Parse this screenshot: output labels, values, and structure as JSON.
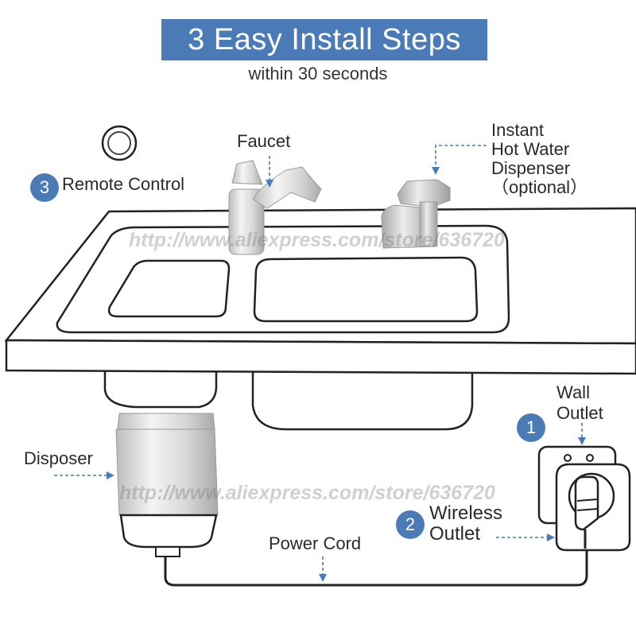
{
  "header": {
    "title": "3 Easy Install Steps",
    "subtitle": "within 30 seconds"
  },
  "labels": {
    "faucet": "Faucet",
    "hot_water_line1": "Instant",
    "hot_water_line2": "Hot Water",
    "hot_water_line3": "Dispenser",
    "hot_water_line4": "（optional）",
    "remote_control": "Remote Control",
    "disposer": "Disposer",
    "wall_outlet_line1": "Wall",
    "wall_outlet_line2": "Outlet",
    "wireless_outlet_line1": "Wireless",
    "wireless_outlet_line2": "Outlet",
    "power_cord": "Power Cord"
  },
  "steps": {
    "wall_outlet": "1",
    "wireless_outlet": "2",
    "remote_control": "3"
  },
  "watermark": "http://www.aliexpress.com/store/636720",
  "colors": {
    "accent": "#4a7bb7",
    "line": "#222222"
  }
}
